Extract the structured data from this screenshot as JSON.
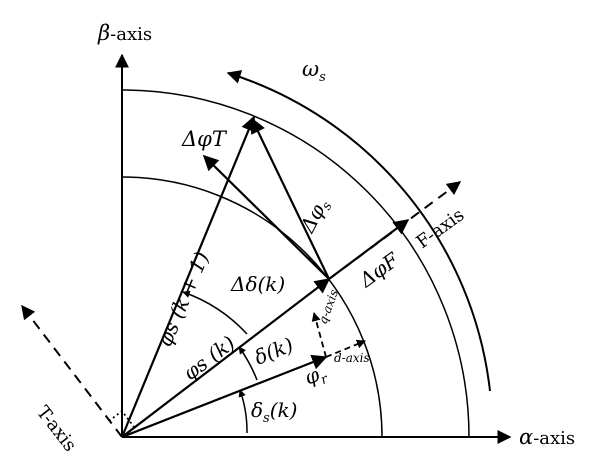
{
  "labels": {
    "beta_axis_sym": "β",
    "beta_axis_text": "-axis",
    "alpha_axis_sym": "α",
    "alpha_axis_text": "-axis",
    "omega": "ω",
    "omega_sub": "s",
    "delta_phi_T": "ΔφT",
    "delta_phi_s_sym": "Δφ",
    "delta_phi_s_sub": "s",
    "f_axis": "F-axis",
    "delta_phi_F": "ΔφF",
    "phi_s_k1": "φs (k + 1)",
    "delta_delta_k": "Δδ(k)",
    "q_axis": "q-axis",
    "d_axis": "d-axis",
    "phi_s_k": "φs (k)",
    "delta_k": "δ(k)",
    "phi_r_sym": "φ",
    "phi_r_sub": "r",
    "t_axis": "T-axis",
    "delta_s_sym": "δ",
    "delta_s_sub": "s",
    "delta_s_arg": "(k)"
  }
}
